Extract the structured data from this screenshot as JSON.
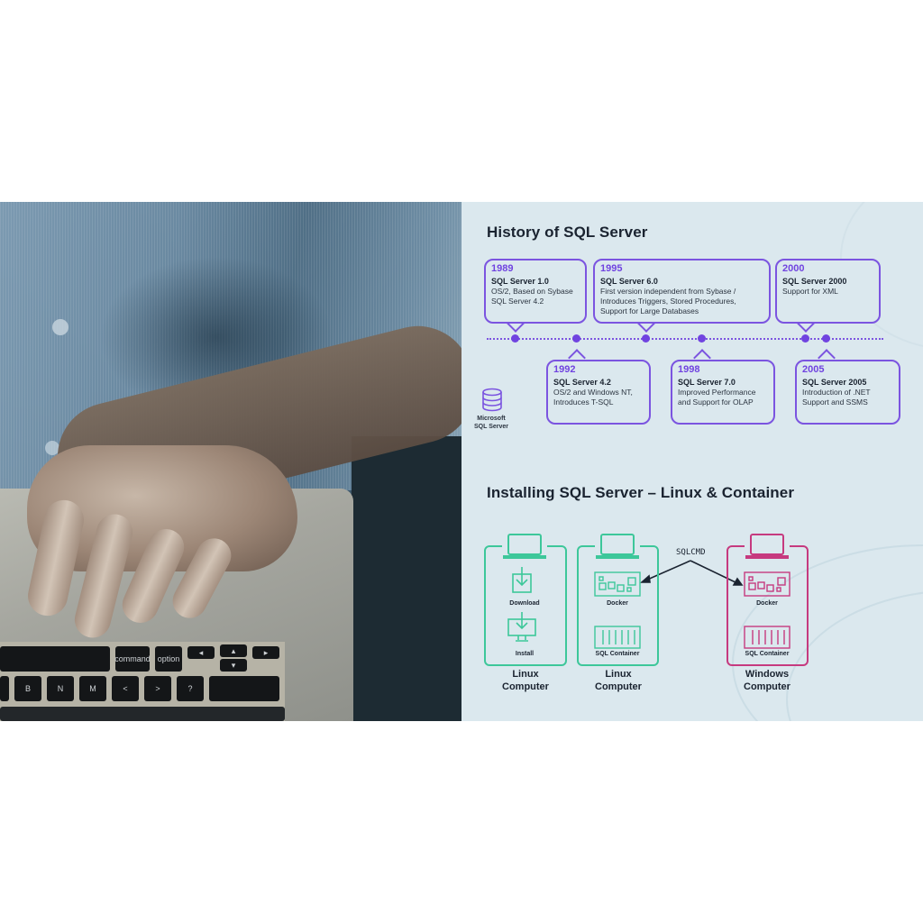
{
  "photo": {
    "description": "Person in striped blue shirt typing on a laptop keyboard",
    "keys": [
      "B",
      "N",
      "M",
      "<",
      ">",
      "?",
      "command",
      "option"
    ]
  },
  "history": {
    "title": "History of SQL Server",
    "logo_label_line1": "Microsoft",
    "logo_label_line2": "SQL Server",
    "events": [
      {
        "year": "1989",
        "name": "SQL Server 1.0",
        "desc1": "OS/2, Based on Sybase",
        "desc2": "SQL Server 4.2",
        "desc3": ""
      },
      {
        "year": "1992",
        "name": "SQL Server 4.2",
        "desc1": "OS/2 and Windows NT,",
        "desc2": "Introduces T-SQL",
        "desc3": ""
      },
      {
        "year": "1995",
        "name": "SQL Server 6.0",
        "desc1": "First version independent from Sybase /",
        "desc2": "Introduces Triggers, Stored Procedures,",
        "desc3": "Support for Large Databases"
      },
      {
        "year": "1998",
        "name": "SQL Server 7.0",
        "desc1": "Improved Performance",
        "desc2": "and Support for OLAP",
        "desc3": ""
      },
      {
        "year": "2000",
        "name": "SQL Server 2000",
        "desc1": "Support for XML",
        "desc2": "",
        "desc3": ""
      },
      {
        "year": "2005",
        "name": "SQL Server 2005",
        "desc1": "Introduction of .NET",
        "desc2": "Support and SSMS",
        "desc3": ""
      }
    ]
  },
  "install": {
    "title": "Installing SQL Server – Linux & Container",
    "connector_label": "SQLCMD",
    "computers": [
      {
        "label1": "Linux",
        "label2": "Computer",
        "step1": "Download",
        "step2": "Install",
        "color": "#3dc79a"
      },
      {
        "label1": "Linux",
        "label2": "Computer",
        "step1": "Docker",
        "step2": "SQL Container",
        "color": "#3dc79a"
      },
      {
        "label1": "Windows",
        "label2": "Computer",
        "step1": "Docker",
        "step2": "SQL Container",
        "color": "#c63a7f"
      }
    ]
  },
  "colors": {
    "accent_purple": "#7043e0",
    "background": "#dbe8ee",
    "linux_green": "#3dc79a",
    "windows_pink": "#c63a7f",
    "heading": "#1a2330"
  }
}
